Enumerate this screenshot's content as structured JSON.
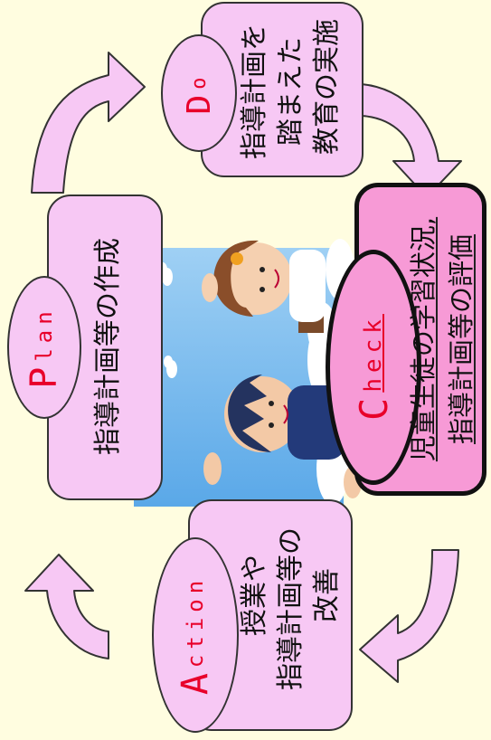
{
  "cycle": {
    "plan": {
      "letter": "P",
      "rest": "lan",
      "text": "指導計画等の作成"
    },
    "do": {
      "letter": "D",
      "rest": "o",
      "line1": "指導計画を",
      "line2": "踏まえた",
      "line3": "教育の実施"
    },
    "check": {
      "letter": "C",
      "rest": "heck",
      "line1": "児童生徒の学習状況,",
      "line2": "指導計画等の評価"
    },
    "action": {
      "letter": "A",
      "rest": "ction",
      "line1": "授業や",
      "line2": "指導計画等の",
      "line3": "改善"
    }
  },
  "colors": {
    "background": "#fffde0",
    "box_fill": "#f7c8f4",
    "check_fill": "#f79ad6",
    "accent_letter": "#e8002a",
    "sky": "#4ea6e6"
  },
  "icons": [
    "children-illustration",
    "cycle-arrow"
  ]
}
